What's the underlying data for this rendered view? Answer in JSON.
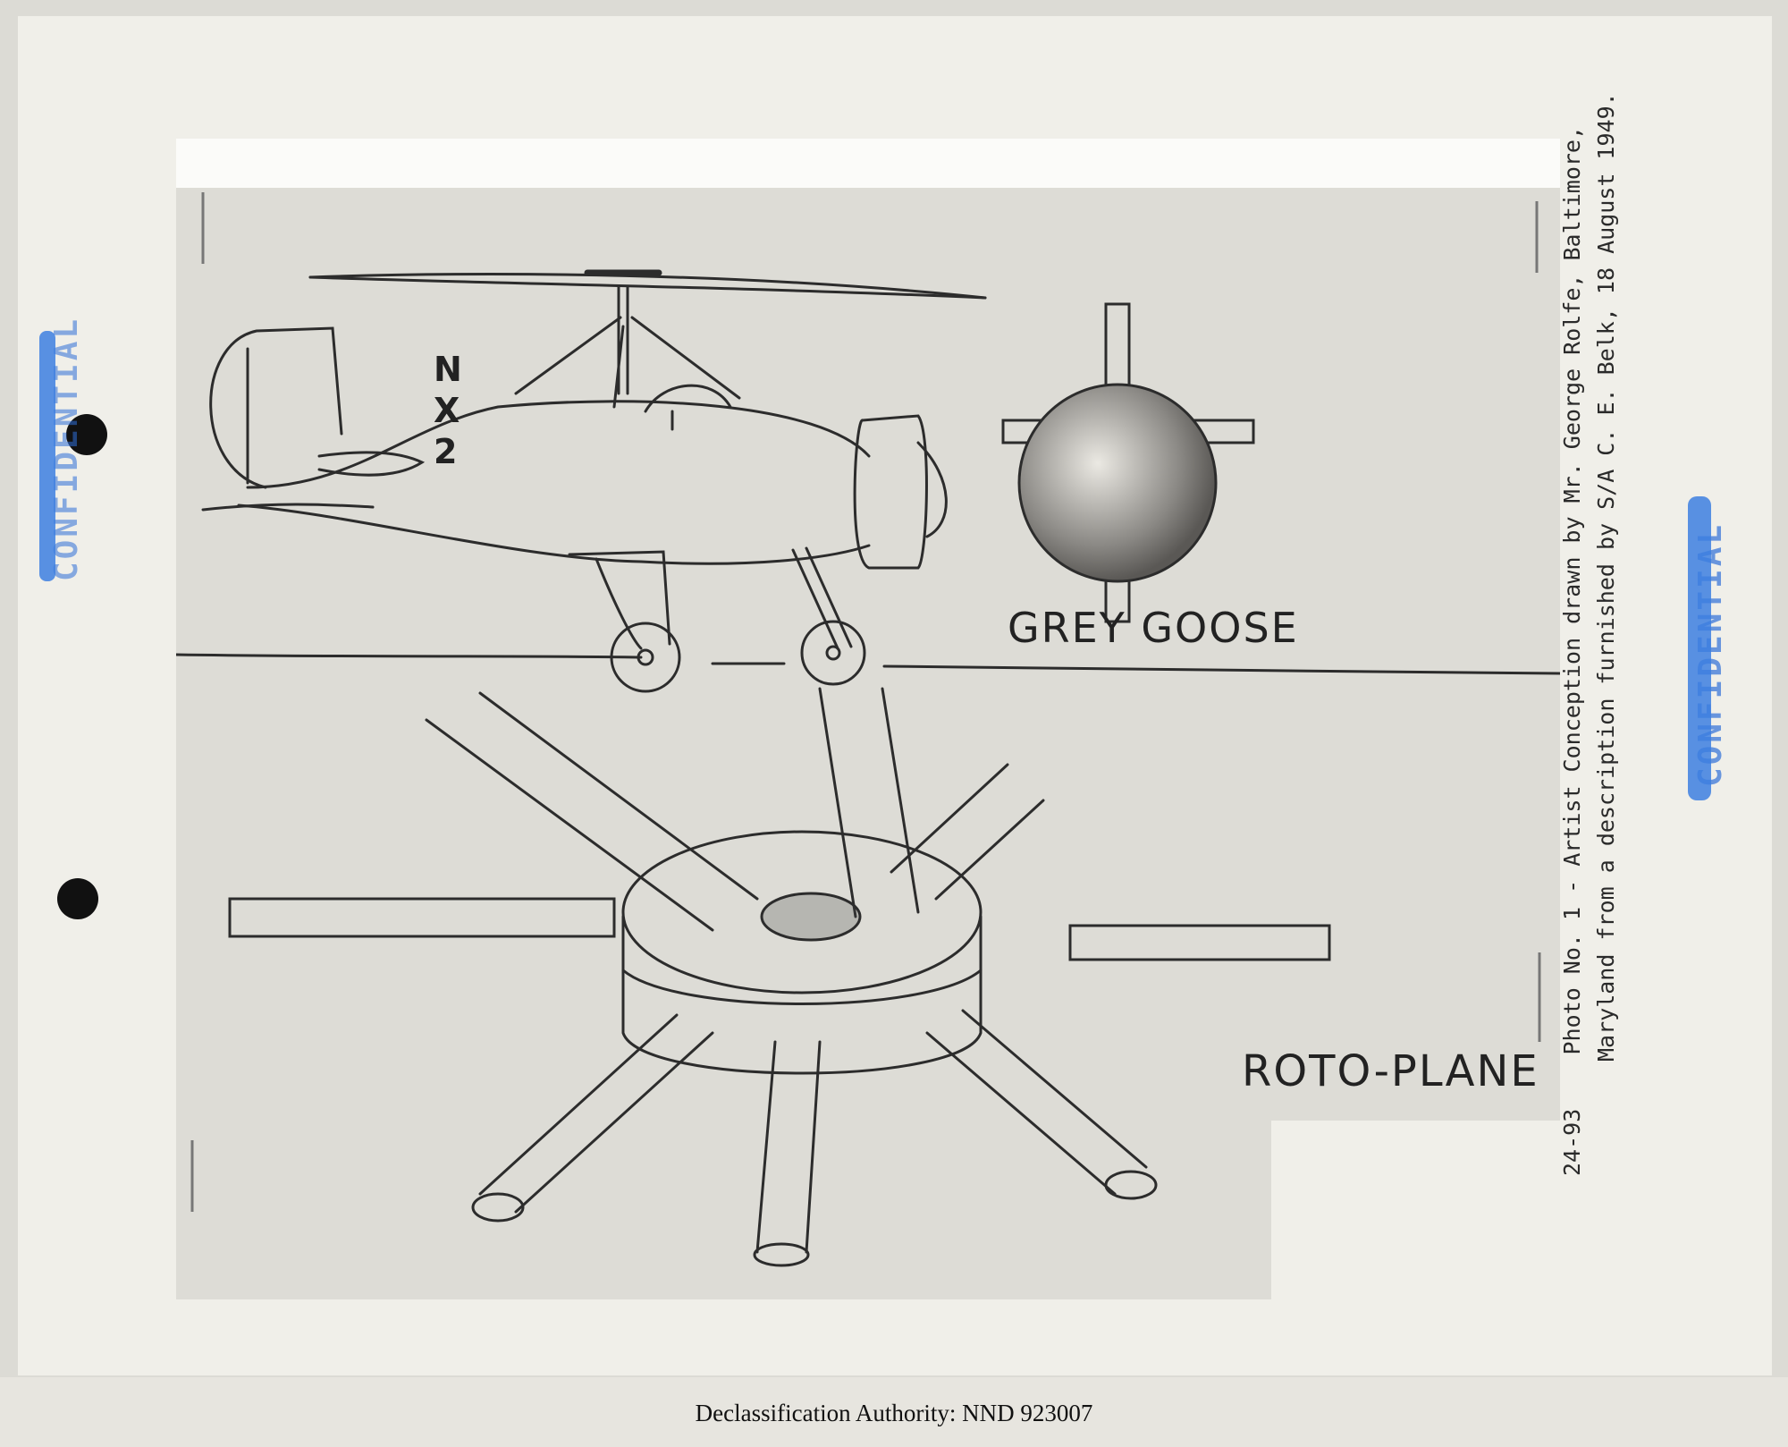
{
  "document": {
    "labels": {
      "grey_goose": "GREY GOOSE",
      "roto_plane": "ROTO-PLANE",
      "registration": "NX2"
    },
    "stamps": {
      "left": "CONFIDENTIAL",
      "right": "CONFIDENTIAL"
    },
    "caption": {
      "number": "24-93",
      "line1": "Photo No. 1 - Artist Conception drawn by Mr. George Rolfe, Baltimore,",
      "line2": "Maryland from a description furnished by S/A C. E. Belk, 18 August 1949."
    },
    "footer": "Declassification Authority: NND 923007"
  }
}
